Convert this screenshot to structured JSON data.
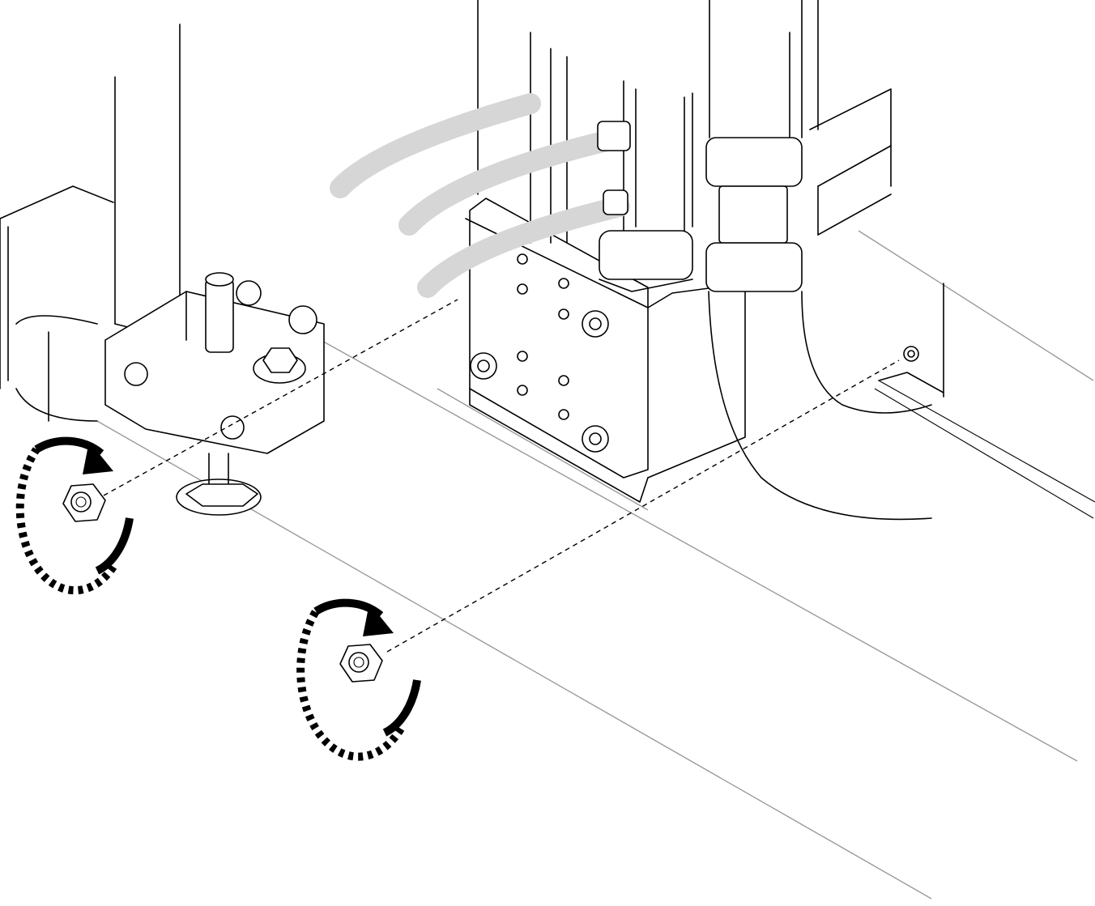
{
  "figure": {
    "callouts": []
  },
  "nuts": [
    {
      "id": "left-flange-nut",
      "direction": "clockwise"
    },
    {
      "id": "right-flange-nut",
      "direction": "clockwise"
    }
  ]
}
